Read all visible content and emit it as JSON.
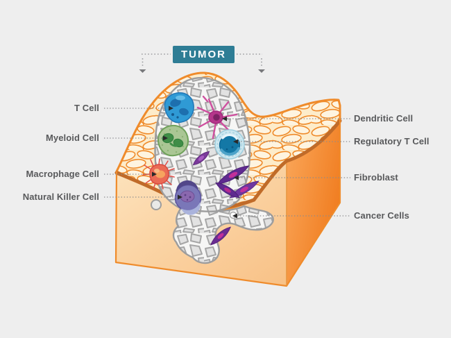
{
  "badge": {
    "label": "TUMOR",
    "color": "#2e7d95"
  },
  "labels": {
    "left": [
      {
        "id": "t-cell",
        "text": "T Cell"
      },
      {
        "id": "myeloid-cell",
        "text": "Myeloid Cell"
      },
      {
        "id": "macrophage-cell",
        "text": "Macrophage Cell"
      },
      {
        "id": "natural-killer-cell",
        "text": "Natural Killer Cell"
      }
    ],
    "right": [
      {
        "id": "dendritic-cell",
        "text": "Dendritic Cell"
      },
      {
        "id": "regulatory-t-cell",
        "text": "Regulatory T Cell"
      },
      {
        "id": "fibroblast",
        "text": "Fibroblast"
      },
      {
        "id": "cancer-cells",
        "text": "Cancer Cells"
      }
    ]
  },
  "cells": [
    {
      "name": "t-cell-icon",
      "color": "#2f9ad5"
    },
    {
      "name": "dendritic-cell-icon",
      "color": "#b5368b"
    },
    {
      "name": "myeloid-cell-icon",
      "color": "#8fba6d"
    },
    {
      "name": "regulatory-t-cell-icon",
      "color": "#1478a6"
    },
    {
      "name": "macrophage-cell-icon",
      "color": "#ea6a55"
    },
    {
      "name": "natural-killer-cell-icon",
      "color": "#7a77b8"
    },
    {
      "name": "fibroblast-icon",
      "color": "#5f2b90"
    },
    {
      "name": "cancer-cell-icon",
      "color": "#6b2d92"
    }
  ],
  "colors": {
    "background": "#eeeeee",
    "skin_outline": "#ef8b2b",
    "epidermis_fill": "#fdecca",
    "dermis_front": "#fbd9ae",
    "dermis_side": "#f58220",
    "membrane": "#c06b29",
    "tumor_stone": "#e2e2e2",
    "tumor_stroke": "#a6a6a6",
    "label_text": "#58595b",
    "leader_line": "#8a8b8e"
  }
}
